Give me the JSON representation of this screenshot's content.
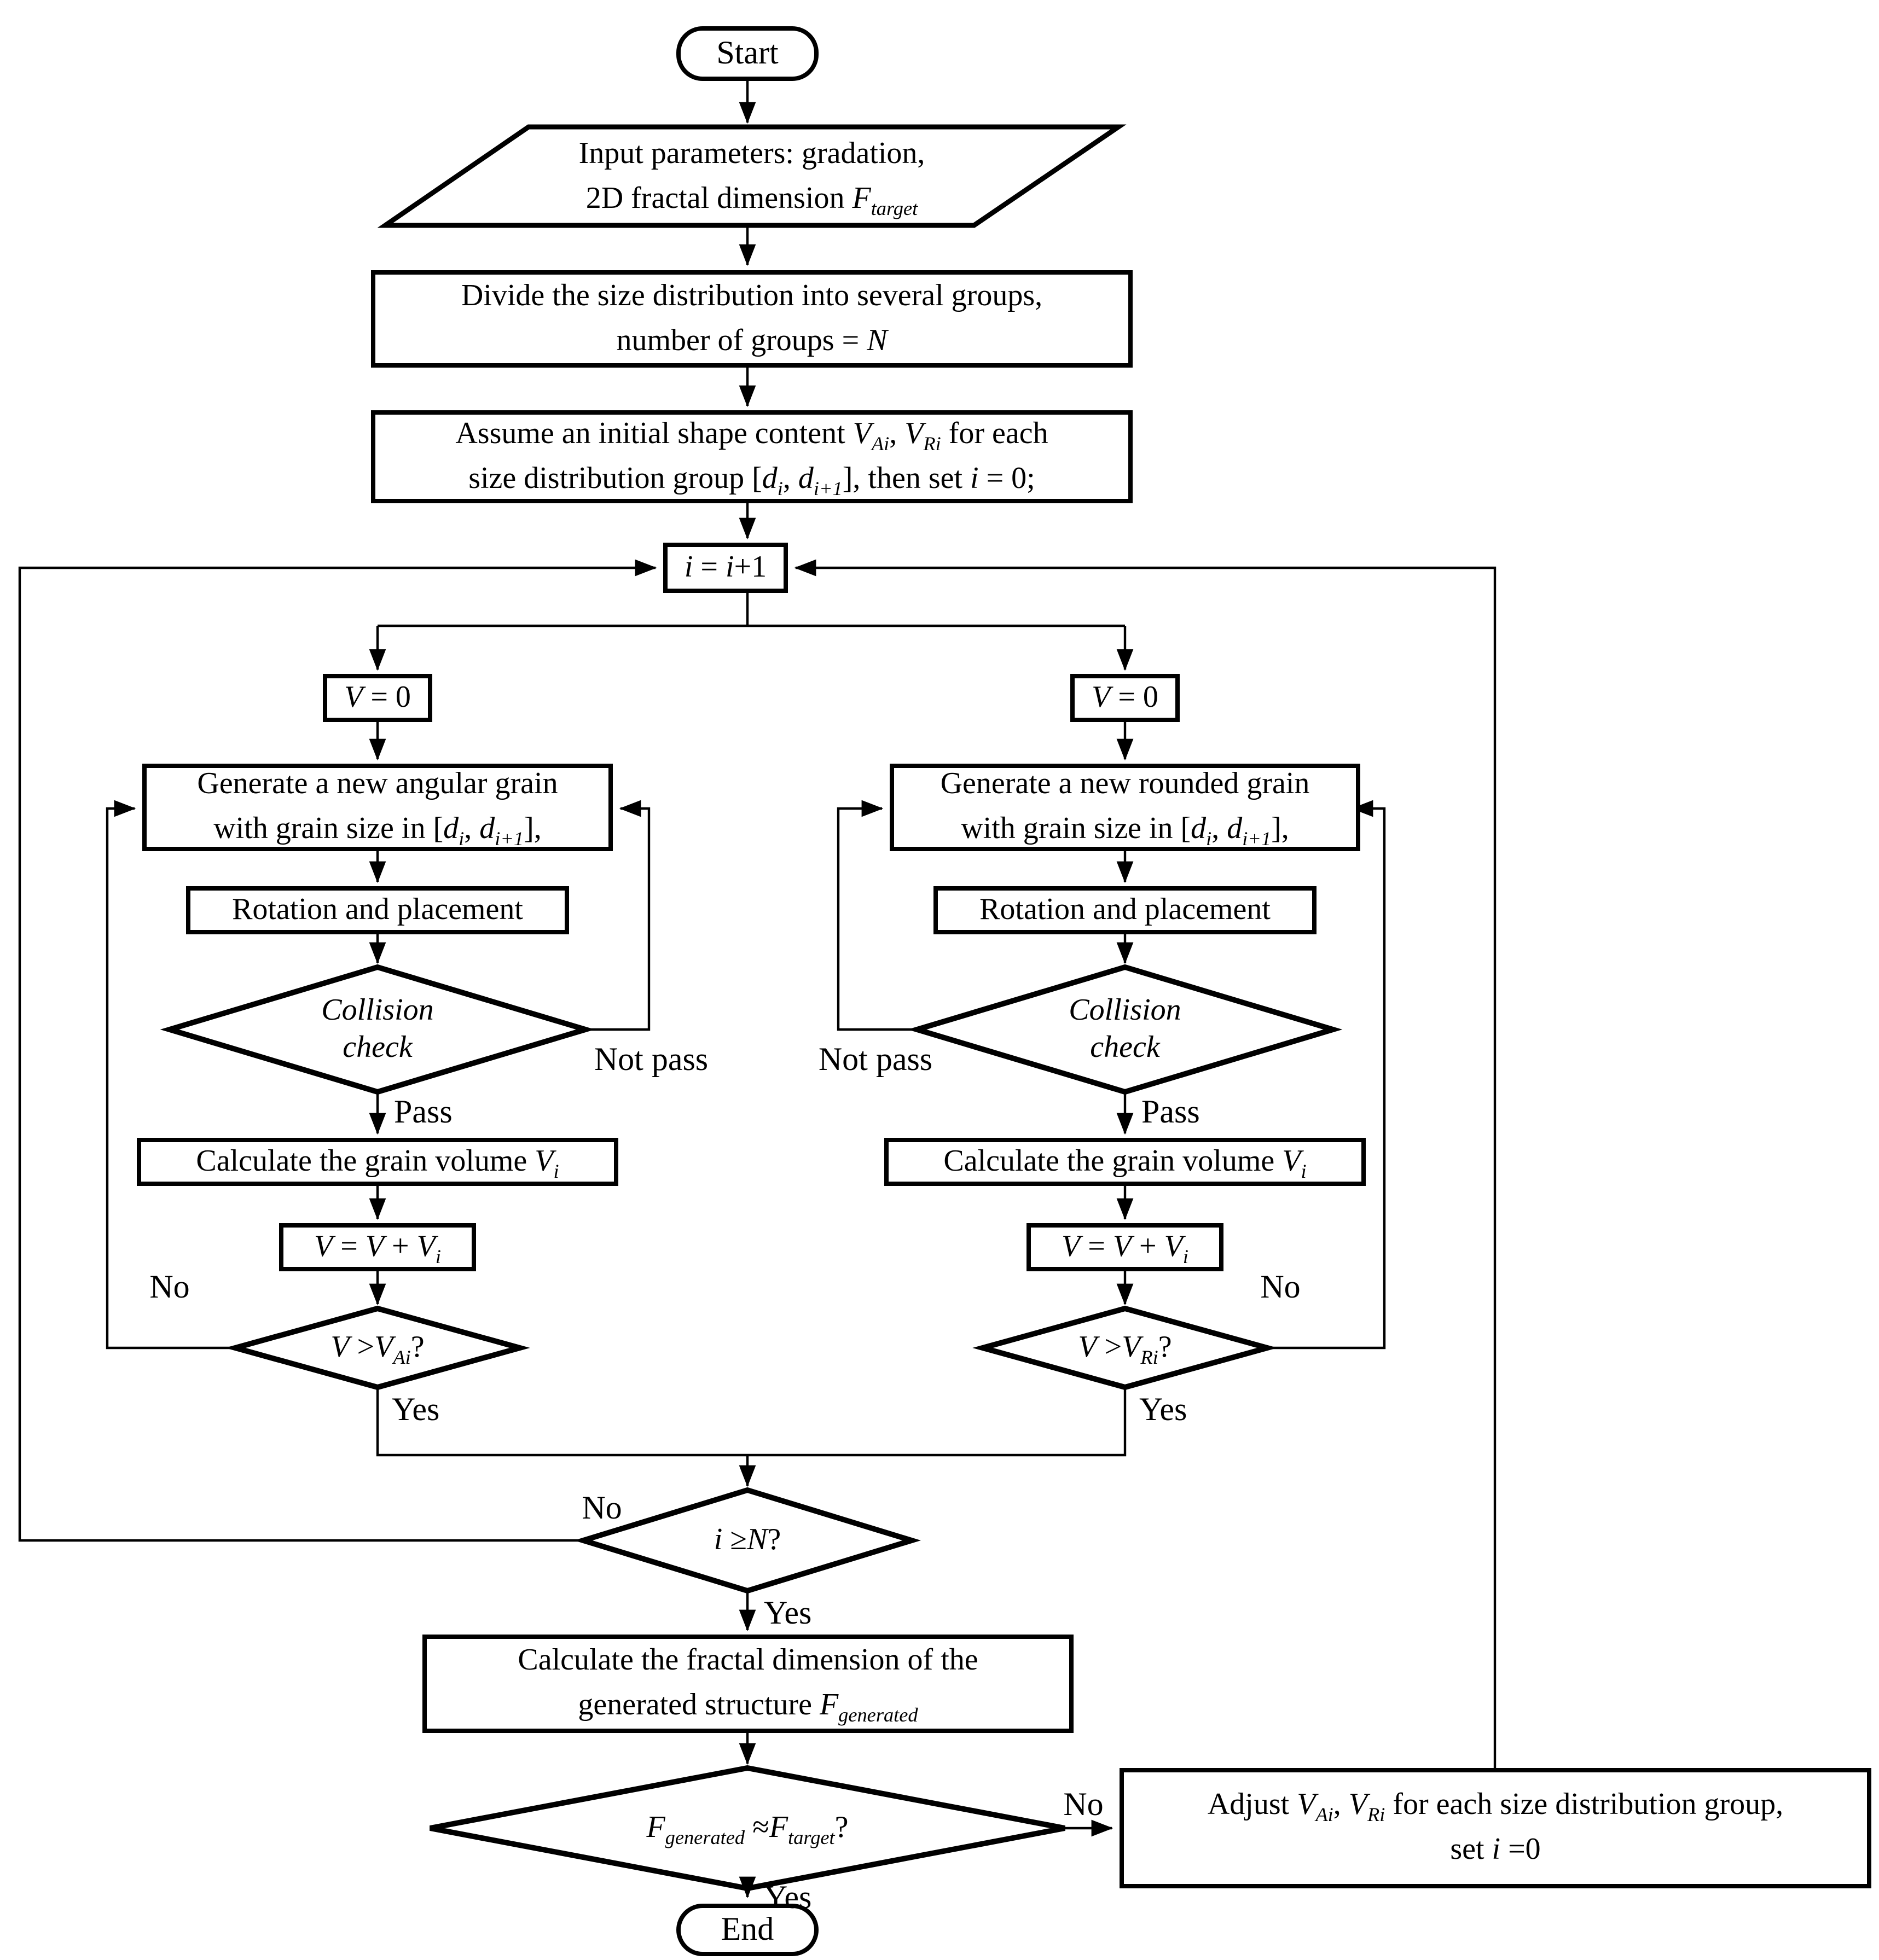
{
  "figure": {
    "type": "flowchart",
    "description": "Grain structure generation algorithm flowchart"
  },
  "palette": {
    "line_color": "#000000",
    "background": "#ffffff",
    "text_color": "#000000"
  },
  "nodes": {
    "start": "Start",
    "input": "Input parameters: gradation,\n2D fractal dimension *F*_{*target*}",
    "divide": "Divide the size distribution into several groups,\nnumber of groups = *N*",
    "assume": "Assume an initial shape content *V*_{*Ai*}, *V*_{*Ri*} for each\nsize distribution group [*d*_{*i*}, *d*_{*i+1*}], then set *i* = 0;",
    "increment": "*i* = *i*+1",
    "v_zero_left": "*V* = 0",
    "v_zero_right": "*V* = 0",
    "generate_angular": "Generate a new angular grain\nwith grain size in [*d*_{*i*}, *d*_{*i+1*}],",
    "generate_rounded": "Generate a new rounded grain\nwith grain size in [*d*_{*i*}, *d*_{*i+1*}],",
    "rotation_left": "Rotation and placement",
    "rotation_right": "Rotation and placement",
    "collision_left": "*Collision*\n*check*",
    "collision_right": "*Collision*\n*check*",
    "calc_volume_left": "Calculate the grain volume *V*_{*i*}",
    "calc_volume_right": "Calculate the grain volume *V*_{*i*}",
    "v_sum_left": "*V* = *V* + *V*_{*i*}",
    "v_sum_right": "*V* = *V* + *V*_{*i*}",
    "v_check_left": "*V* >*V*_{*Ai*}?",
    "v_check_right": "*V* >*V*_{*Ri*}?",
    "i_check": "*i* ≥*N*?",
    "calc_fractal": "Calculate the fractal dimension of the\ngenerated structure *F*_{*generated*}",
    "f_check": "*F*_{*generated*} ≈*F*_{*target*}?",
    "adjust": "Adjust *V*_{*Ai*}, *V*_{*Ri*} for each size distribution group,\nset *i* =0",
    "end": "End"
  },
  "edge_labels": {
    "not_pass_left": "Not pass",
    "pass_left": "Pass",
    "not_pass_right": "Not pass",
    "pass_right": "Pass",
    "no_left": "No",
    "yes_left": "Yes",
    "no_right": "No",
    "yes_right": "Yes",
    "no_icheck": "No",
    "yes_icheck": "Yes",
    "no_fcheck": "No",
    "yes_fcheck": "Yes"
  }
}
